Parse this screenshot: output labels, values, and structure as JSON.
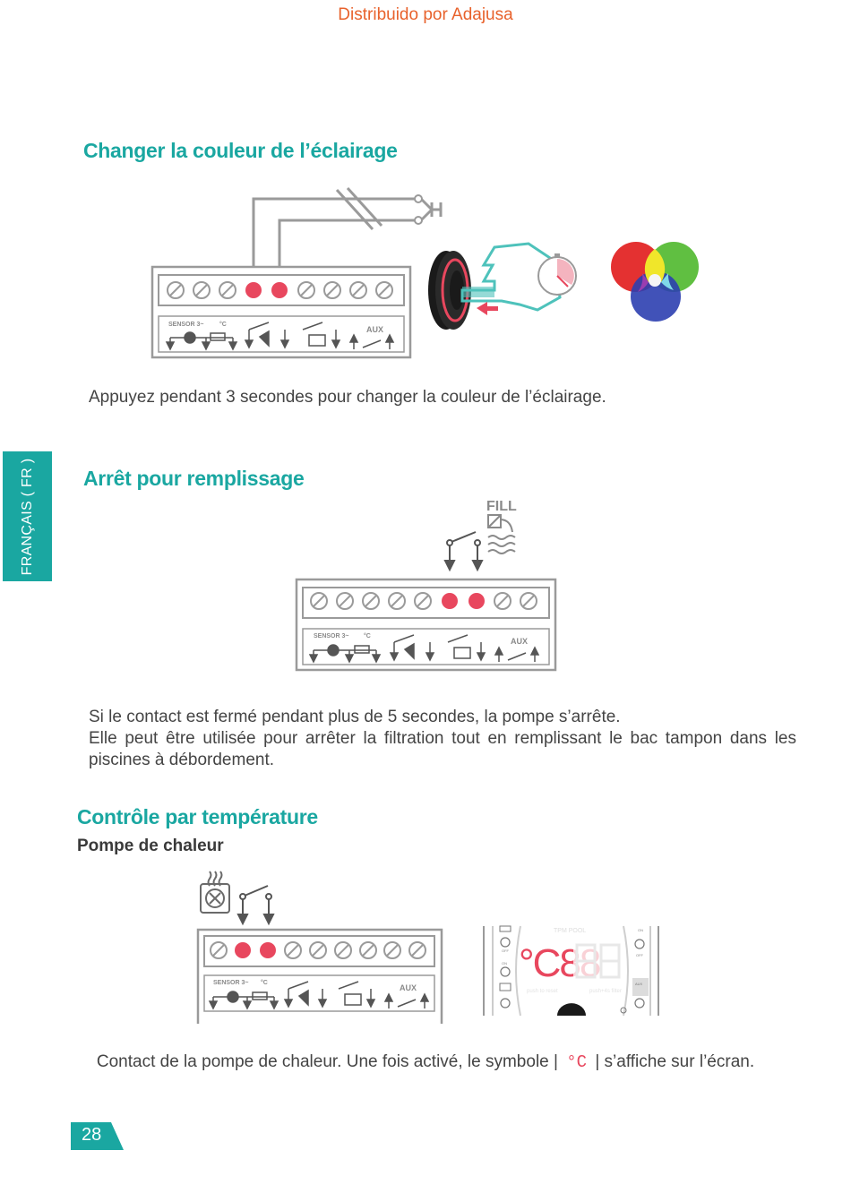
{
  "header": {
    "distributor": "Distribuido por Adajusa"
  },
  "side_tab": {
    "label": "FRANÇAIS ( FR )"
  },
  "colors": {
    "accent": "#1aa7a1",
    "distributor": "#e8622c",
    "active_terminal": "#e8475e",
    "terminal_gray": "#9a9a9a"
  },
  "section1": {
    "title": "Changer la couleur de l’éclairage",
    "caption": "Appuyez pendant 3 secondes pour changer la couleur de l’éclairage."
  },
  "section2": {
    "title": "Arrêt pour remplissage",
    "fill_label": "FILL",
    "caption_line1": "Si le contact est fermé pendant plus de 5 secondes, la pompe s’arrête.",
    "caption_line2": "Elle peut être utilisée pour arrêter la filtration tout en remplissant le bac tampon dans les piscines à débordement."
  },
  "section3": {
    "title": "Contrôle par température",
    "subtitle": "Pompe de chaleur",
    "caption_before": "Contact de la pompe de chaleur. Une fois activé, le symbole |",
    "caption_symbol": "°C",
    "caption_after": "| s’affiche sur l’écran.",
    "display": {
      "brand": "TPM POOL",
      "readout": "°C88",
      "on_label": "ON",
      "off_label": "OFF",
      "aux_label": "AUX",
      "push_reset": "push to reset",
      "push_filter": "push+4s filter"
    }
  },
  "terminal_block": {
    "sensor_label": "SENSOR 3~",
    "celsius_label": "°C",
    "aux_label": "AUX",
    "terminal_count": 9
  },
  "page_number": "28"
}
